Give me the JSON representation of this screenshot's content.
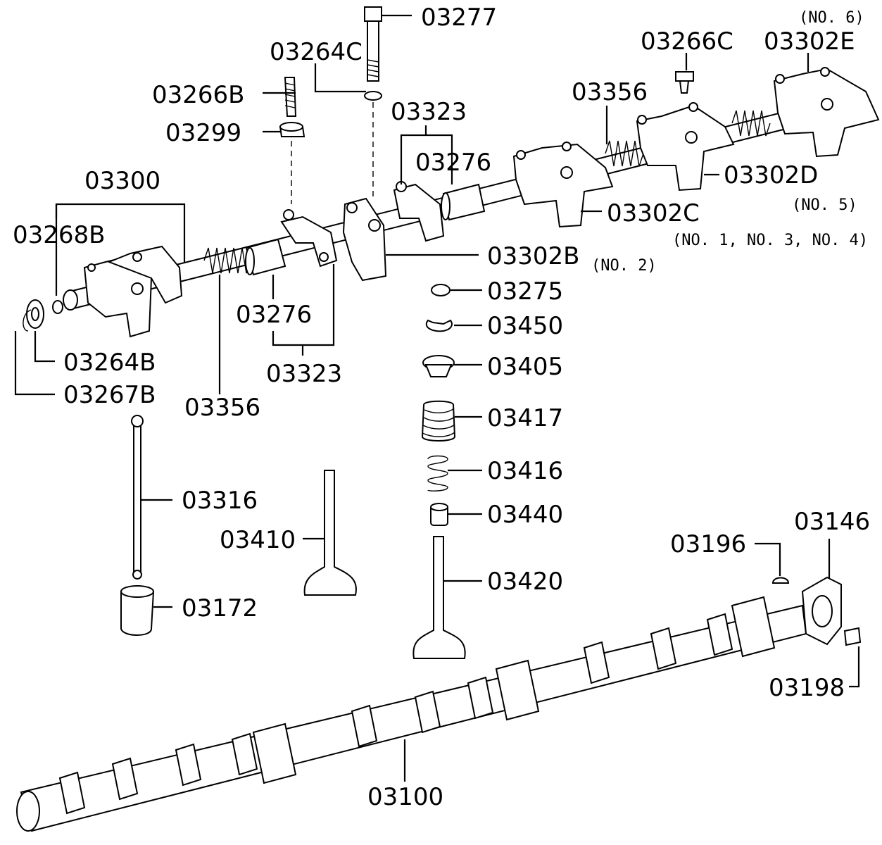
{
  "part_numbers": {
    "p03277": "03277",
    "p03264C": "03264C",
    "p03266B": "03266B",
    "p03299": "03299",
    "p03300": "03300",
    "p03268B": "03268B",
    "p03264B": "03264B",
    "p03267B": "03267B",
    "p03276a": "03276",
    "p03323a": "03323",
    "p03356a": "03356",
    "p03323b": "03323",
    "p03276b": "03276",
    "p03356b": "03356",
    "p03266C": "03266C",
    "p03302E": "03302E",
    "p03302D": "03302D",
    "p03302C": "03302C",
    "p03302B": "03302B",
    "p03275": "03275",
    "p03450": "03450",
    "p03405": "03405",
    "p03417": "03417",
    "p03416": "03416",
    "p03440": "03440",
    "p03420": "03420",
    "p03316": "03316",
    "p03410": "03410",
    "p03172": "03172",
    "p03196": "03196",
    "p03146": "03146",
    "p03198": "03198",
    "p03100": "03100"
  },
  "notes": {
    "no6": "(NO. 6)",
    "no5": "(NO. 5)",
    "no134": "(NO. 1, NO. 3, NO. 4)",
    "no2": "(NO. 2)"
  }
}
